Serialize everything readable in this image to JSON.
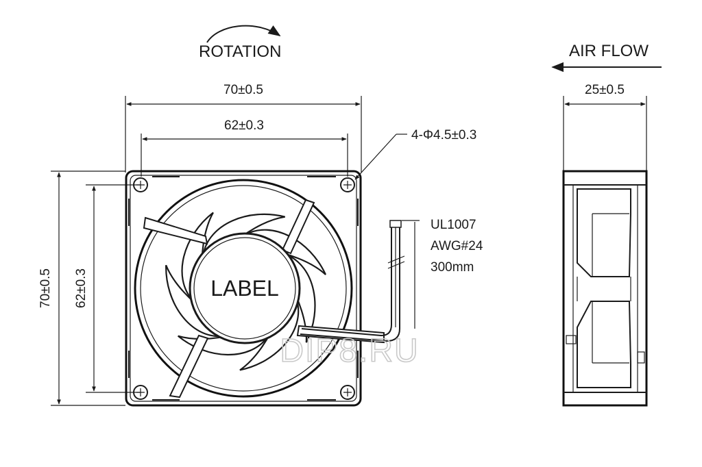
{
  "rotation_label": "ROTATION",
  "airflow_label": "AIR FLOW",
  "front_view": {
    "width_outer": "70±0.5",
    "width_holes": "62±0.3",
    "height_outer": "70±0.5",
    "height_holes": "62±0.3",
    "hole_callout": "4-Φ4.5±0.3",
    "hub_label": "LABEL"
  },
  "wire_spec": {
    "line1": "UL1007",
    "line2": "AWG#24",
    "line3": "300mm"
  },
  "side_view": {
    "depth": "25±0.5"
  },
  "watermark": "DIP8.RU"
}
